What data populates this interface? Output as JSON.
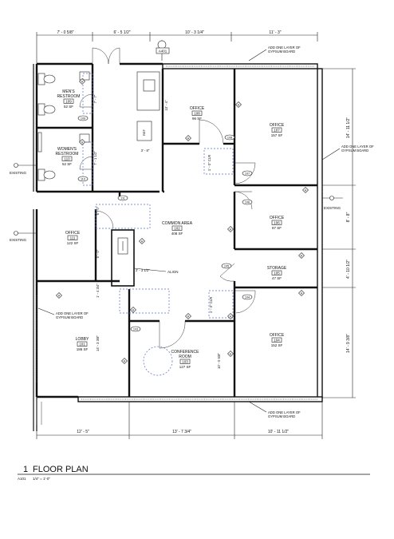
{
  "dimensions_top": [
    "7' - 0 5/8\"",
    "6' - 5 1/2\"",
    "10' - 3 1/4\"",
    "11' - 3\""
  ],
  "dimensions_bottom": [
    "12' - 5\"",
    "13' - 7 3/4\"",
    "10' - 11 1/2\""
  ],
  "dimensions_right": [
    "14' - 11 1/2\"",
    "8' - 8\"",
    "4' - 10 1/2\"",
    "14' - 9 3/8\""
  ],
  "dimensions_left_inner": [
    "7' - 7\"",
    "7' - 1 1/2\""
  ],
  "dimensions_misc": {
    "office108_v": "10' - 4\"",
    "ref_w": "3' - 8\"",
    "clr1": "1' - 0\" CLR",
    "clr2": "1' - 0\" CLR",
    "lobby_v": "14' - 3 3/8\"",
    "conf_v": "10' - 0 5/8\"",
    "office111_v1": "6' - 0\"",
    "office111_v2": "5' - 0\"",
    "small_v": "1' - 4 3/4\"",
    "align_dim": "2' - 3 1/2\""
  },
  "section_tag": "A401",
  "rooms": [
    {
      "name": "MEN'S\nRESTROOM",
      "number": "109",
      "area": "52 SF"
    },
    {
      "name": "WOMEN'S\nRESTROOM",
      "number": "110",
      "area": "52 SF"
    },
    {
      "name": "OFFICE",
      "number": "108",
      "area": "96 SF"
    },
    {
      "name": "OFFICE",
      "number": "107",
      "area": "157 SF"
    },
    {
      "name": "OFFICE",
      "number": "111",
      "area": "122 SF"
    },
    {
      "name": "COMMON AREA",
      "number": "102",
      "area": "408 SF"
    },
    {
      "name": "OFFICE",
      "number": "106",
      "area": "87 SF"
    },
    {
      "name": "STORAGE",
      "number": "105",
      "area": "47 SF"
    },
    {
      "name": "LOBBY",
      "number": "101",
      "area": "186 SF"
    },
    {
      "name": "CONFERENCE\nROOM",
      "number": "103",
      "area": "127 SF"
    },
    {
      "name": "OFFICE",
      "number": "104",
      "area": "152 SF"
    }
  ],
  "door_tags": [
    "109",
    "110",
    "108",
    "107",
    "111",
    "106",
    "105",
    "104",
    "103"
  ],
  "fixture_labels": {
    "ref": "REF"
  },
  "notes": {
    "gypsum": "ADD ONE LAYER OF\nGYPSUM BOARD",
    "existing": "EXISTING",
    "align": "ALIGN"
  },
  "wall_tag": "A",
  "title": {
    "number": "1",
    "name": "FLOOR PLAN",
    "sheet": "A101",
    "scale": "1/4\" = 1'-0\""
  }
}
